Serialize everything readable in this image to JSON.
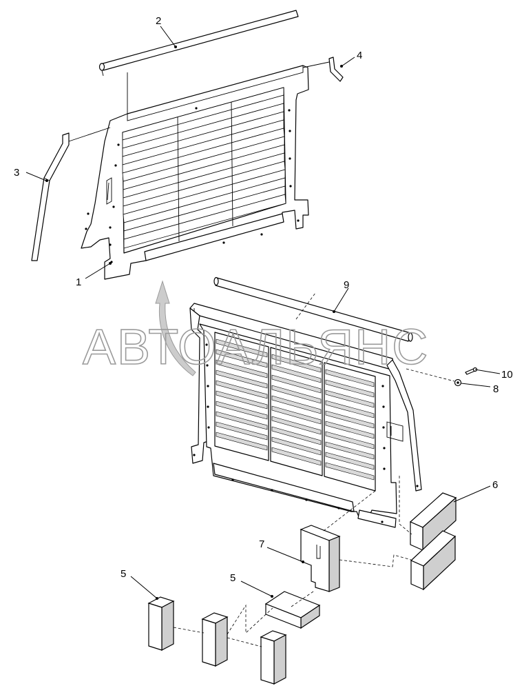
{
  "callouts": {
    "c1": "1",
    "c2": "2",
    "c3": "3",
    "c4": "4",
    "c5a": "5",
    "c5b": "5",
    "c6": "6",
    "c7": "7",
    "c8": "8",
    "c9": "9",
    "c10": "10"
  },
  "watermark": {
    "text": "АВТОАЛЬЯНС"
  },
  "colors": {
    "line": "#000000",
    "shade": "#cfcfcf",
    "watermark": "#9a9a9a"
  },
  "icons": {
    "arrow": "curved-up-arrow"
  }
}
